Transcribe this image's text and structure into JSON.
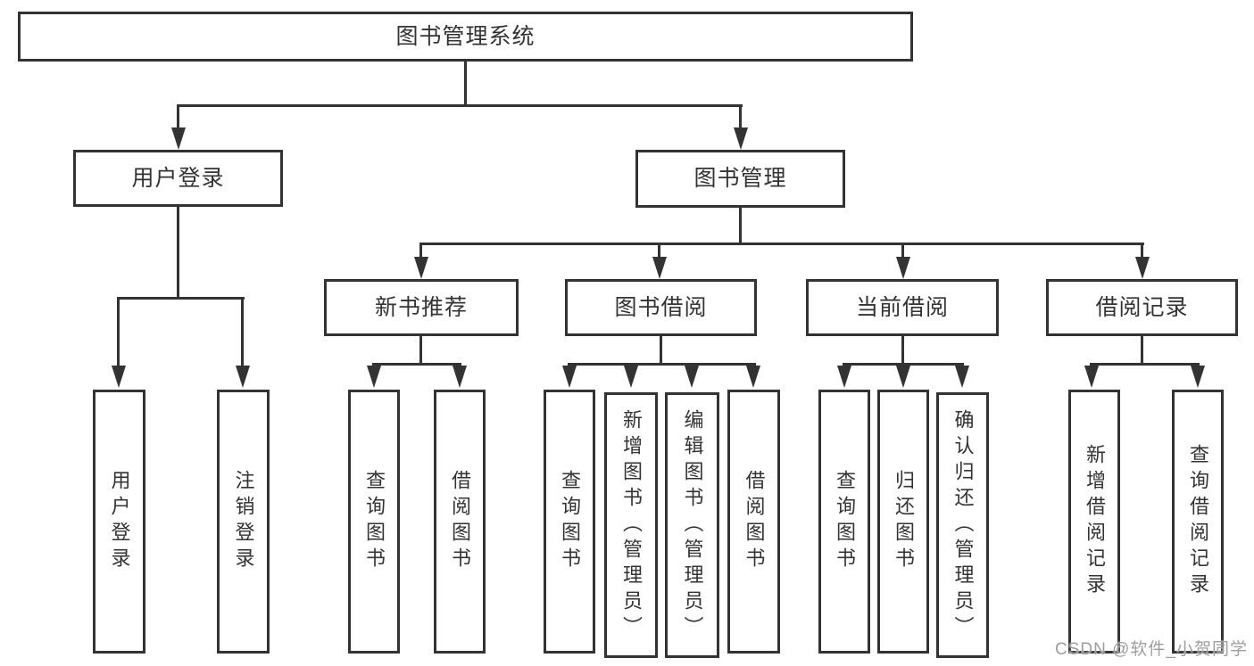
{
  "tree": {
    "label": "图书管理系统",
    "children": [
      {
        "label": "用户登录",
        "children": [
          {
            "label": "用户登录"
          },
          {
            "label": "注销登录"
          }
        ]
      },
      {
        "label": "图书管理",
        "children": [
          {
            "label": "新书推荐",
            "children": [
              {
                "label": "查询图书"
              },
              {
                "label": "借阅图书"
              }
            ]
          },
          {
            "label": "图书借阅",
            "children": [
              {
                "label": "查询图书"
              },
              {
                "label": "新增图书（管理员）"
              },
              {
                "label": "编辑图书（管理员）"
              },
              {
                "label": "借阅图书"
              }
            ]
          },
          {
            "label": "当前借阅",
            "children": [
              {
                "label": "查询图书"
              },
              {
                "label": "归还图书"
              },
              {
                "label": "确认归还（管理员）"
              }
            ]
          },
          {
            "label": "借阅记录",
            "children": [
              {
                "label": "新增借阅记录"
              },
              {
                "label": "查询借阅记录"
              }
            ]
          }
        ]
      }
    ]
  },
  "watermark": {
    "text": "CSDN @软件_小贺同学"
  },
  "colors": {
    "line": "#333333",
    "text": "#333333",
    "watermark": "#9e9e9e",
    "background": "#ffffff"
  }
}
